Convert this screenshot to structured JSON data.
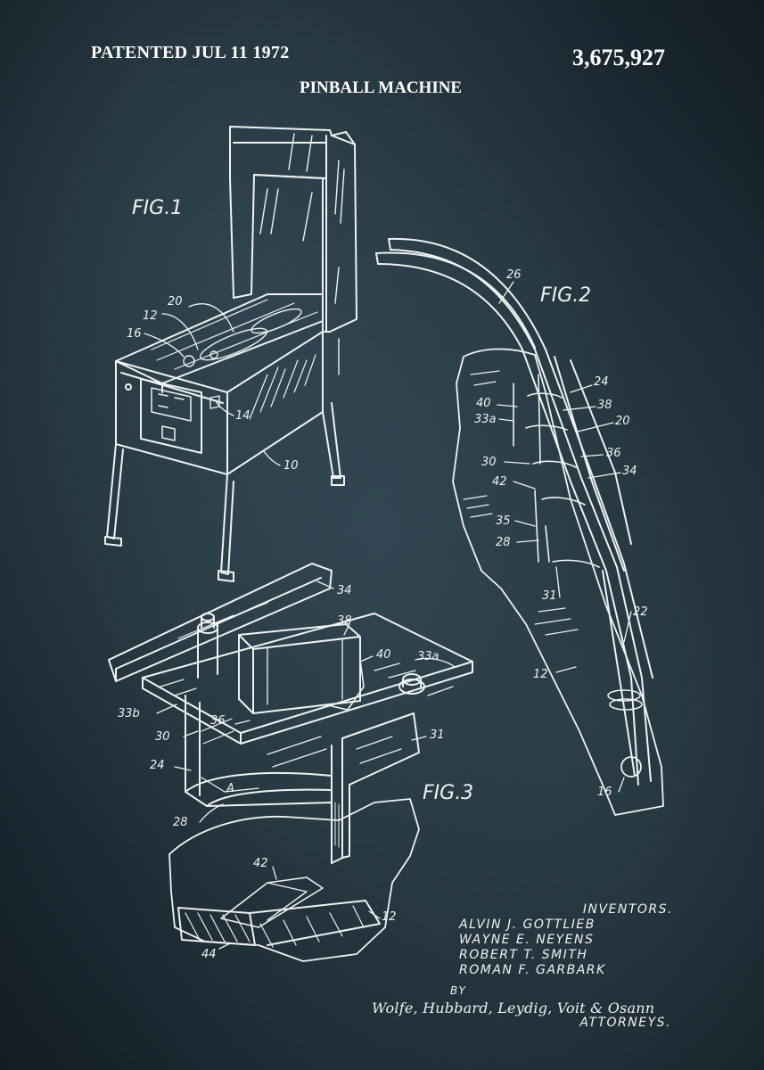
{
  "header": {
    "patented": "PATENTED JUL 11 1972",
    "patent_number": "3,675,927",
    "title": "PINBALL MACHINE"
  },
  "figures": {
    "fig1": "FIG.1",
    "fig2": "FIG.2",
    "fig3": "FIG.3"
  },
  "refs": {
    "r20a": "20",
    "r12a": "12",
    "r16a": "16",
    "r14": "14",
    "r10": "10",
    "r26": "26",
    "r24a": "24",
    "r40a": "40",
    "r38a": "38",
    "r33a_a": "33a",
    "r20b": "20",
    "r30a": "30",
    "r36a": "36",
    "r34a": "34",
    "r42a": "42",
    "r35": "35",
    "r28a": "28",
    "r31a": "31",
    "r22": "22",
    "r12b": "12",
    "r16b": "16",
    "r34b": "34",
    "r38b": "38",
    "r40b": "40",
    "r33a_b": "33a",
    "r33b": "33b",
    "r30b": "30",
    "r36b": "36",
    "r31b": "31",
    "r24b": "24",
    "rA": "A",
    "r28b": "28",
    "r42b": "42",
    "r12c": "12",
    "r44": "44"
  },
  "credits": {
    "inventors_label": "INVENTORS.",
    "inventors": [
      "ALVIN J. GOTTLIEB",
      "WAYNE E. NEYENS",
      "ROBERT T. SMITH",
      "ROMAN F. GARBARK"
    ],
    "by": "BY",
    "firm": "Wolfe, Hubbard, Leydig, Voit & Osann",
    "attorneys": "ATTORNEYS."
  },
  "colors": {
    "background": "#1c2a33",
    "ink": "#eef2f2"
  }
}
